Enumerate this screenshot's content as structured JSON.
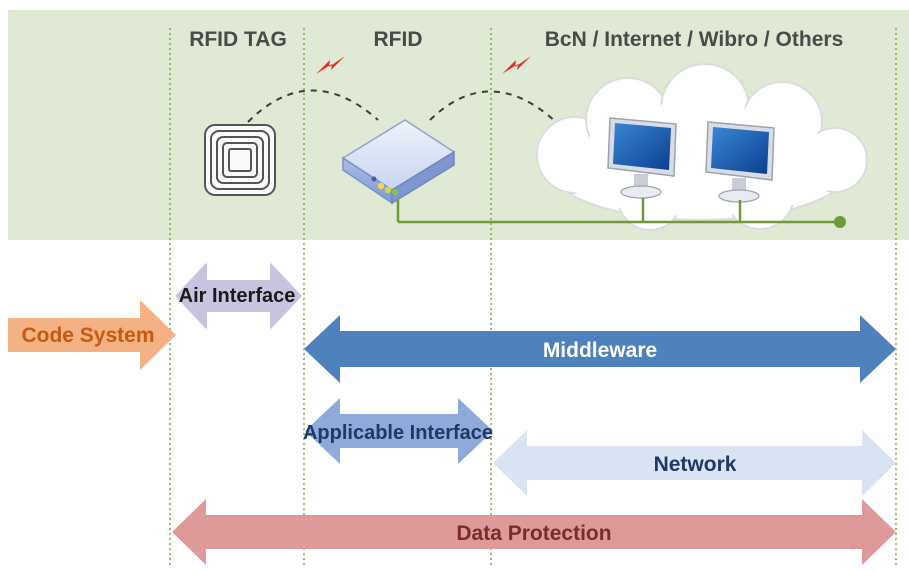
{
  "header": {
    "col_rfid_tag": "RFID TAG",
    "col_rfid": "RFID",
    "col_network": "BcN / Internet / Wibro / Others"
  },
  "arrows": {
    "air_interface": "Air Interface",
    "code_system": "Code System",
    "middleware": "Middleware",
    "applicable_interface": "Applicable Interface",
    "network": "Network",
    "data_protection": "Data Protection"
  },
  "colors": {
    "band_background": "#dfe9d3",
    "guide_line": "#77a843",
    "connector_line": "#6e9a3a",
    "code_system_fill": "#f4b183",
    "code_system_text": "#c55a11",
    "air_interface_fill": "#c9c3e0",
    "middleware_fill": "#4f81bd",
    "applicable_interface_fill": "#8eaadb",
    "applicable_interface_text": "#1f3864",
    "network_fill": "#dae3f3",
    "network_text": "#1f3864",
    "data_protection_fill": "#de9a98",
    "data_protection_text": "#7b2c2a",
    "wireless_bolt": "#e0302b"
  },
  "icons": [
    "rfid-tag-icon",
    "rfid-reader-icon",
    "cloud-icon",
    "computer-monitor-icon",
    "wireless-signal-icon"
  ]
}
